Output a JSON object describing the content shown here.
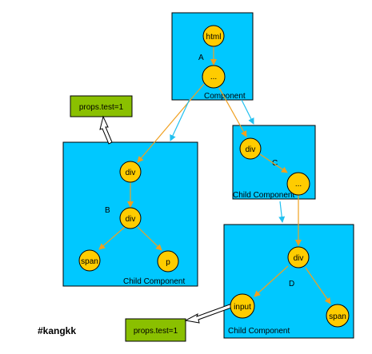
{
  "component_labels": {
    "a": "Component",
    "b": "Child Component",
    "c": "Child Component",
    "d": "Child Component"
  },
  "letters": {
    "a": "A",
    "b": "B",
    "c": "C",
    "d": "D"
  },
  "nodes": {
    "a_html": "html",
    "a_dots": "...",
    "b_div1": "div",
    "b_div2": "div",
    "b_span": "span",
    "b_p": "p",
    "c_div": "div",
    "c_dots": "...",
    "d_div": "div",
    "d_input": "input",
    "d_span": "span"
  },
  "props": {
    "top": "props.test=1",
    "bottom": "props.test=1"
  },
  "watermark": "#kangkk",
  "colors": {
    "component_fill": "#00c8ff",
    "props_fill": "#8ac000",
    "node_fill": "#ffcc00",
    "orange_arrow": "#f0a020",
    "cyan_arrow": "#20c0f0"
  }
}
